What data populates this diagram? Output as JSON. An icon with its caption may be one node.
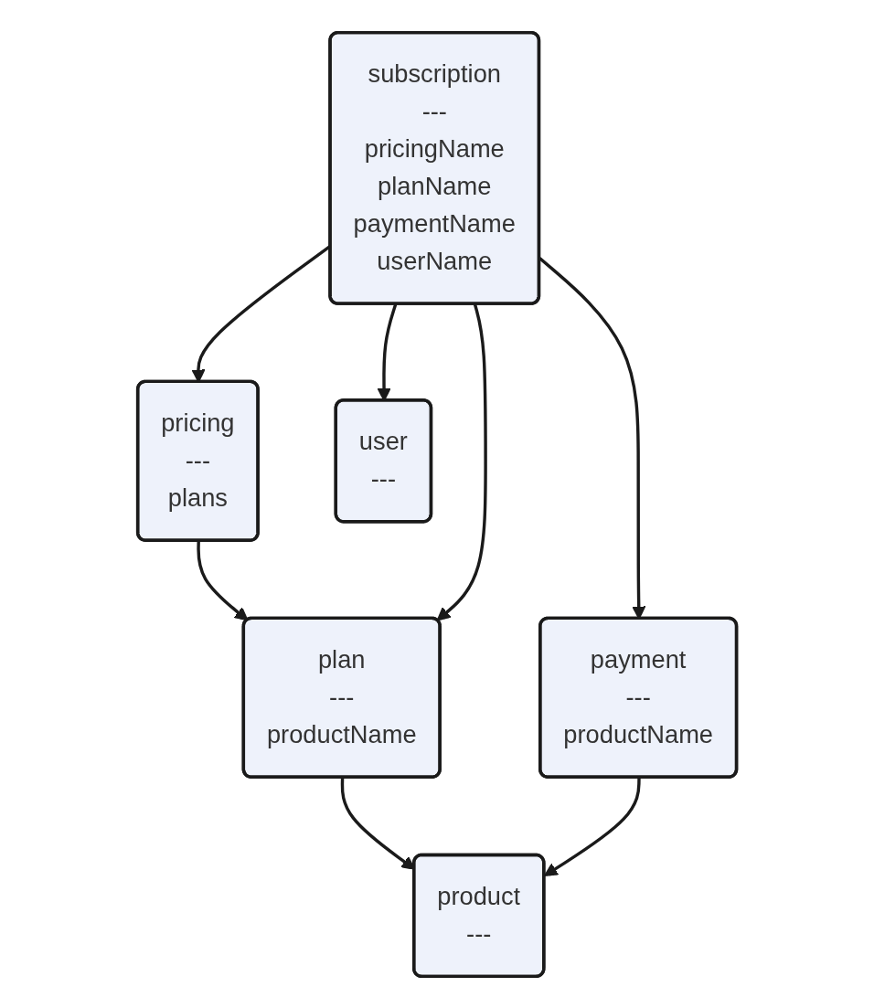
{
  "diagram": {
    "nodes": [
      {
        "text": [
          "pricing",
          "---",
          "plans"
        ]
      },
      {
        "text": [
          "plan",
          "---",
          "productName"
        ]
      },
      {
        "text": [
          "product",
          "---"
        ]
      },
      {
        "text": [
          "payment",
          "---",
          "productName"
        ]
      },
      {
        "text": [
          "subscription",
          "---",
          "pricingName",
          "planName",
          "paymentName",
          "userName"
        ]
      },
      {
        "text": [
          "user",
          "---"
        ]
      }
    ],
    "edges": [
      {
        "from": 0,
        "to": 1,
        "arrow": "to"
      },
      {
        "from": 1,
        "to": 2,
        "arrow": "to"
      },
      {
        "from": 3,
        "to": 2,
        "arrow": "to"
      },
      {
        "from": 4,
        "to": 0,
        "arrow": "to"
      },
      {
        "from": 4,
        "to": 1,
        "arrow": "to"
      },
      {
        "from": 4,
        "to": 3,
        "arrow": "to"
      },
      {
        "from": 4,
        "to": 5,
        "arrow": "to"
      }
    ]
  }
}
